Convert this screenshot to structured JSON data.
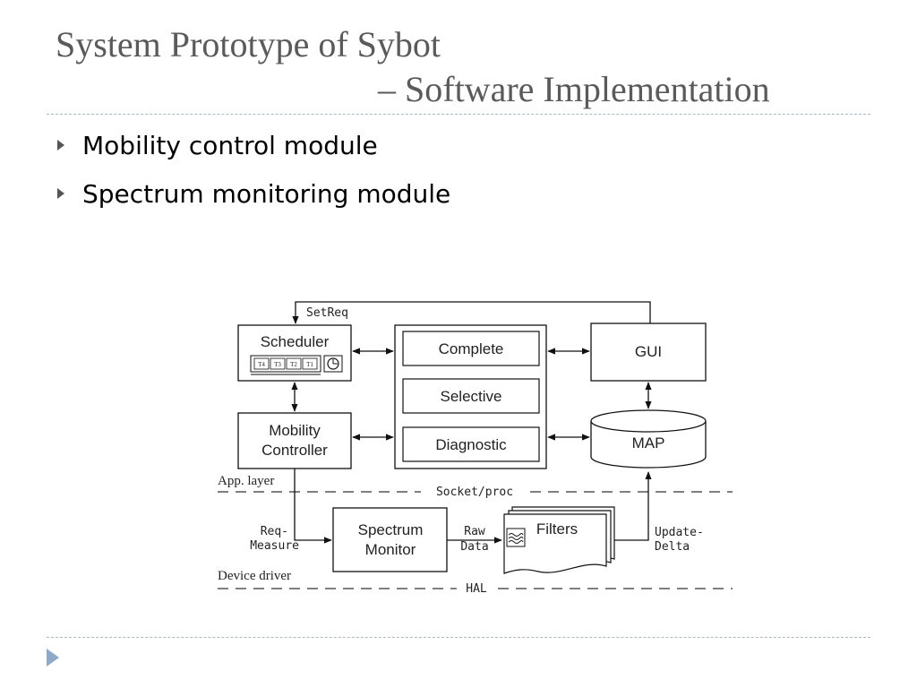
{
  "slide": {
    "title_line1": "System Prototype of Sybot",
    "title_line2": "– Software Implementation",
    "bullets": [
      "Mobility control module",
      "Spectrum monitoring module"
    ]
  },
  "diagram": {
    "boxes": {
      "scheduler": "Scheduler",
      "mobility_line1": "Mobility",
      "mobility_line2": "Controller",
      "complete": "Complete",
      "selective": "Selective",
      "diagnostic": "Diagnostic",
      "gui": "GUI",
      "map": "MAP",
      "spectrum_line1": "Spectrum",
      "spectrum_line2": "Monitor",
      "filters": "Filters"
    },
    "tasks": [
      "T4",
      "T3",
      "T2",
      "T1"
    ],
    "labels": {
      "setreq": "SetReq",
      "app_layer": "App. layer",
      "socket_proc": "Socket/proc",
      "req_line1": "Req-",
      "req_line2": "Measure",
      "raw_line1": "Raw",
      "raw_line2": "Data",
      "update_line1": "Update-",
      "update_line2": "Delta",
      "device_driver": "Device driver",
      "hal": "HAL"
    }
  }
}
